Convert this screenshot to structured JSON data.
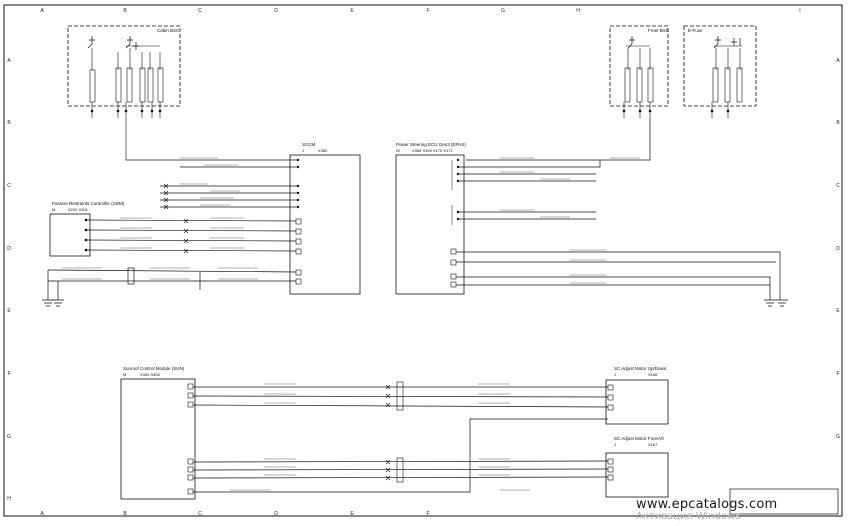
{
  "grid": {
    "columns": [
      "A",
      "B",
      "C",
      "D",
      "E",
      "F",
      "G",
      "H",
      "I"
    ],
    "rows": [
      "A",
      "B",
      "C",
      "D",
      "E",
      "F",
      "G",
      "H"
    ]
  },
  "modules": {
    "cabin_bsc": "Cabin BSC",
    "front_bsc": "Front BSC",
    "efuse": "E-Fuse",
    "sccm": {
      "prefix": "J",
      "name": "SCCM",
      "connector": "X380"
    },
    "epas": {
      "prefix": "W",
      "name": "Power Steering ECU Gen3 (EPAS)",
      "connectors": "X368  X369  X170  X171"
    },
    "sdm": {
      "prefix": "M",
      "name": "Passive Restraints Controller (SDM)",
      "connectors": "X200  X201"
    },
    "sunroof": {
      "prefix": "M",
      "name": "Sunroof Control Module (SUN)",
      "connectors": "X404   X405"
    },
    "motor_updown": {
      "prefix": "J",
      "name": "SC Adjust Motor Up/Down",
      "connector": "X166"
    },
    "motor_foreaft": {
      "prefix": "J",
      "name": "SC Adjust Motor Fore/Aft",
      "connector": "X167"
    }
  },
  "watermark": {
    "main": "www.epcatalogs.com",
    "sub": "Активация Windows"
  }
}
